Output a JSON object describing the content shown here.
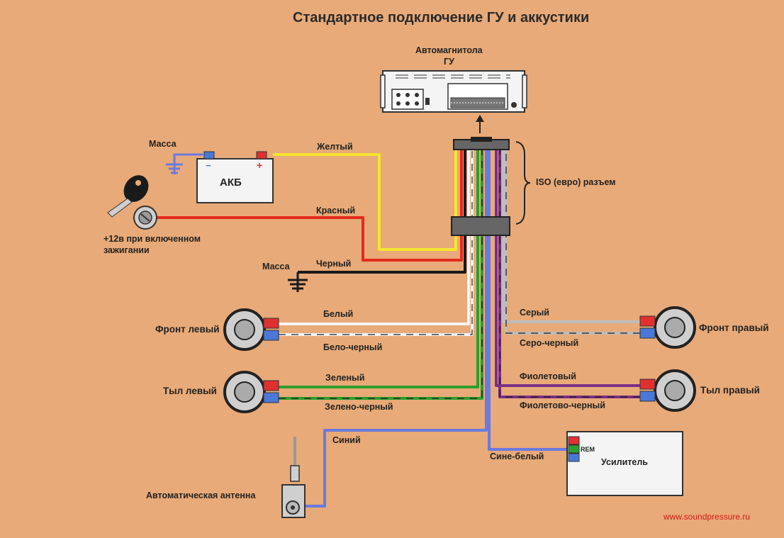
{
  "title": "Стандартное подключение ГУ и аккустики",
  "head_unit": {
    "line1": "Автомагнитола",
    "line2": "ГУ"
  },
  "connector": "ISO (евро) разъем",
  "battery": {
    "label": "АКБ",
    "plus": "+",
    "minus": "−"
  },
  "ground_battery": "Масса",
  "ground_black": "Масса",
  "ignition": {
    "line1": "+12в при включенном",
    "line2": "зажигании"
  },
  "wires": {
    "yellow": "Желтый",
    "red": "Красный",
    "black": "Черный",
    "white": "Белый",
    "white_black": "Бело-черный",
    "green": "Зеленый",
    "green_black": "Зелено-черный",
    "blue": "Синий",
    "gray": "Серый",
    "gray_black": "Серо-черный",
    "violet": "Фиолетовый",
    "violet_black": "Фиолетово-черный",
    "blue_white": "Сине-белый"
  },
  "speakers": {
    "front_left": "Фронт левый",
    "rear_left": "Тыл левый",
    "front_right": "Фронт правый",
    "rear_right": "Тыл правый"
  },
  "antenna": "Автоматическая антенна",
  "amplifier": {
    "label": "Усилитель",
    "rem": "REM"
  },
  "watermark": "www.soundpressure.ru",
  "colors": {
    "background": "#e8aa78",
    "yellow": "#f5e52c",
    "red": "#e52a1f",
    "black": "#1a1a1a",
    "white": "#f4f4f4",
    "green": "#2e9e2e",
    "blue": "#6a7ae0",
    "gray": "#bdbdbd",
    "violet": "#7a2f86",
    "terminal_plus": "#e03030",
    "terminal_minus": "#4a78d8"
  }
}
